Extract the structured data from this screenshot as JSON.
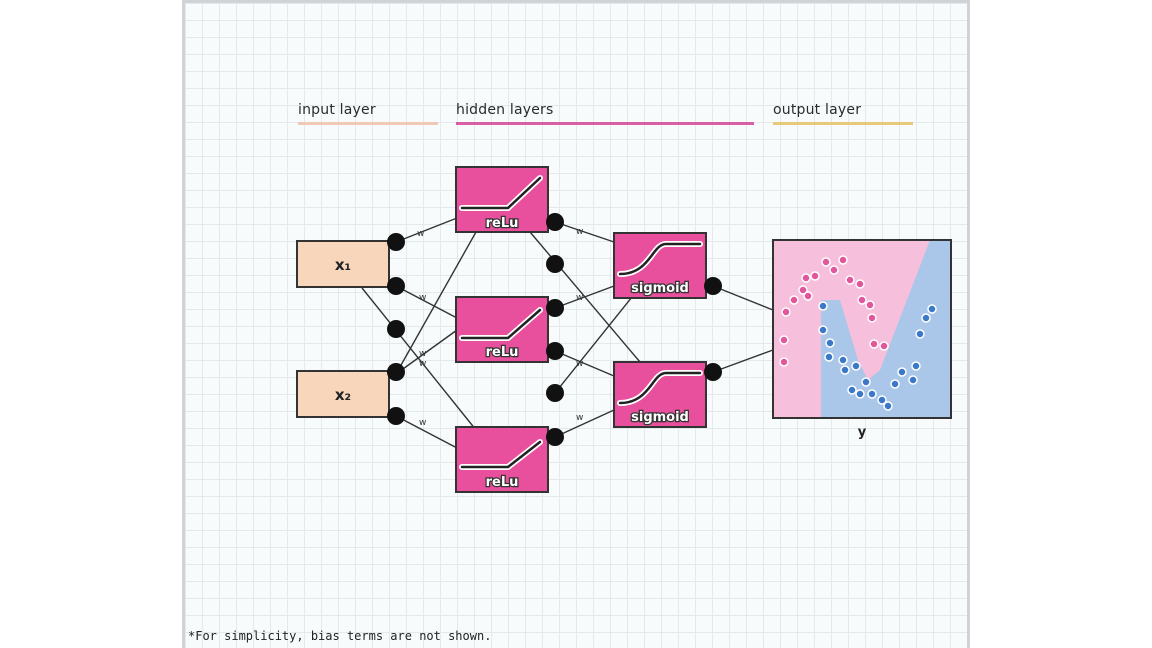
{
  "layers": {
    "input_label": "input layer",
    "hidden_label": "hidden layers",
    "output_label": "output layer"
  },
  "inputs": [
    "x₁",
    "x₂"
  ],
  "hidden1": [
    "reLu",
    "reLu",
    "reLu"
  ],
  "hidden2": [
    "sigmoid",
    "sigmoid"
  ],
  "weight_label": "w",
  "output_label": "y",
  "footnote": "*For simplicity, bias terms are not shown.",
  "colors": {
    "input": "#f7d6bc",
    "hidden": "#e8509e",
    "input_line": "#f0c8b5",
    "hidden_line": "#d85fa5",
    "output_line": "#e8c97a",
    "region_pink": "#f6bfdc",
    "region_blue": "#aac7ea",
    "point_pink": "#e2569b",
    "point_blue": "#3b78c8"
  }
}
